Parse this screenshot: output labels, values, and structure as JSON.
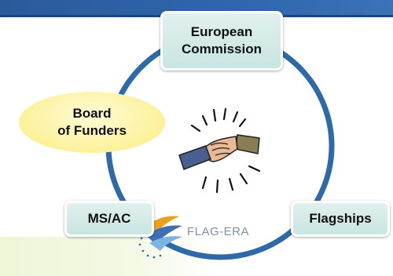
{
  "nodes": {
    "european_commission": "European Commission",
    "board_of_funders_line1": "Board",
    "board_of_funders_line2": "of Funders",
    "ms_ac": "MS/AC",
    "flagships": "Flagships"
  },
  "logo": {
    "text": "FLAG-ERA"
  },
  "icons": {
    "center": "handshake-icon",
    "logo": "flag-era-logo-icon"
  },
  "colors": {
    "header": "#2f66ad",
    "circle": "#2e6aa7",
    "node_box": "#cfe8e4",
    "board_ellipse": "#fcf19a",
    "logo_text": "#7f8fa6"
  }
}
